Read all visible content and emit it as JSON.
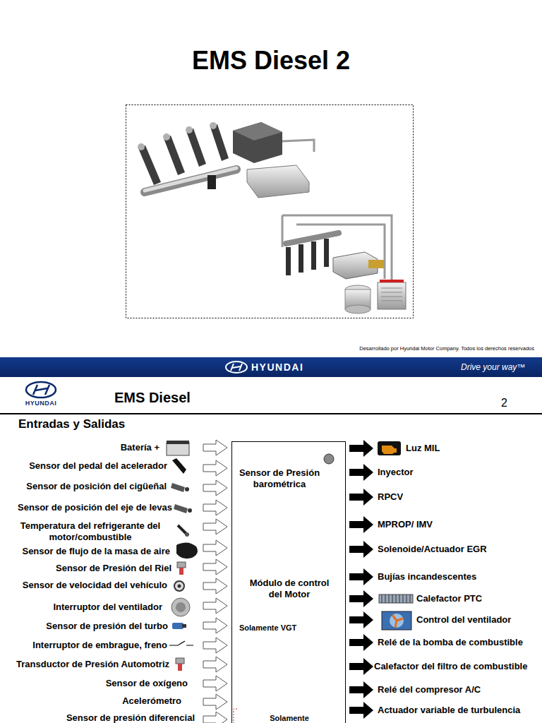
{
  "diagram": {
    "title": "EMS Diesel 2",
    "nodes": [
      {
        "text": [
          "Sensor de Presión barométrica",
          "Módulo de control del Motor",
          "Solamente VGT",
          "Solamente"
        ]
      }
    ],
    "labels": [
      "Desarrollado por Hyundai Motor Company. Todos los derechos reservados",
      "HYUNDAI",
      "Drive your way™",
      "HYUNDAI",
      "EMS Diesel",
      "2",
      "Entradas y Salidas",
      "Batería +",
      "Sensor del pedal del acelerador",
      "Sensor de posición del cigüeñal",
      "Sensor de posición del eje de levas",
      "Temperatura del refrigerante del motor/combustible",
      "Sensor de flujo de la masa de aire",
      "Sensor de Presión del Riel",
      "Sensor de velocidad del vehículo",
      "Interruptor del ventilador",
      "Sensor de presión del turbo",
      "Interruptor de embrague, freno",
      "Transductor de Presión Automotriz",
      "Sensor de oxígeno",
      "Acelerómetro",
      "Sensor de presión diferencial",
      "Luz MIL",
      "Inyector",
      "RPCV",
      "MPROP/ IMV",
      "Solenoide/Actuador EGR",
      "Bujías incandescentes",
      "Calefactor PTC",
      "Control del ventilador",
      "Relé de la bomba de combustible",
      "Calefactor del filtro de combustible",
      "Relé del compresor A/C",
      "Actuador variable de turbulencia"
    ]
  }
}
